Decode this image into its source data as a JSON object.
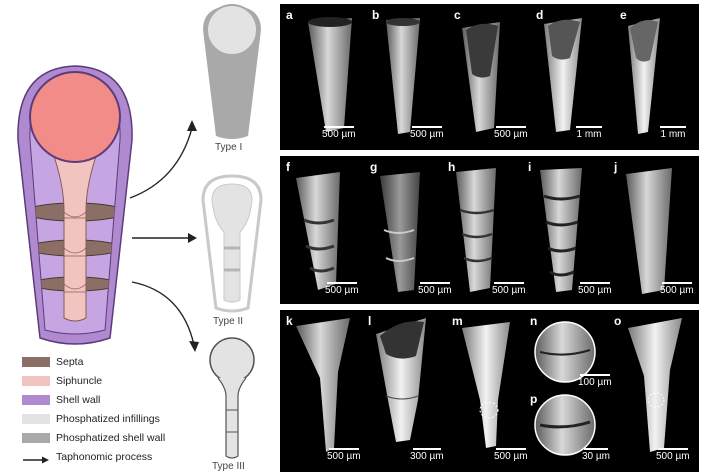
{
  "figure": {
    "type_labels": [
      "Type I",
      "Type II",
      "Type III"
    ],
    "legend": [
      {
        "label": "Septa",
        "color": "#8b6e66"
      },
      {
        "label": "Siphuncle",
        "color": "#f2c4c0"
      },
      {
        "label": "Shell wall",
        "color": "#b08ad0"
      },
      {
        "label": "Phosphatized infillings",
        "color": "#e3e3e3"
      },
      {
        "label": "Phosphatized shell wall",
        "color": "#a9a9a9"
      },
      {
        "label": "Taphonomic process",
        "color": "#222222"
      }
    ],
    "panels_row1": [
      {
        "letter": "a",
        "scale": "500 µm"
      },
      {
        "letter": "b",
        "scale": "500 µm"
      },
      {
        "letter": "c",
        "scale": "500 µm"
      },
      {
        "letter": "d",
        "scale": "1 mm"
      },
      {
        "letter": "e",
        "scale": "1 mm"
      }
    ],
    "panels_row2": [
      {
        "letter": "f",
        "scale": "500 µm"
      },
      {
        "letter": "g",
        "scale": "500 µm"
      },
      {
        "letter": "h",
        "scale": "500 µm"
      },
      {
        "letter": "i",
        "scale": "500 µm"
      },
      {
        "letter": "j",
        "scale": "500 µm"
      }
    ],
    "panels_row3": [
      {
        "letter": "k",
        "scale": "500 µm"
      },
      {
        "letter": "l",
        "scale": "300 µm"
      },
      {
        "letter": "m",
        "scale": "500 µm"
      },
      {
        "letter": "n",
        "scale": "100 µm"
      },
      {
        "letter": "p",
        "scale": "30 µm"
      },
      {
        "letter": "o",
        "scale": "500 µm"
      }
    ]
  }
}
